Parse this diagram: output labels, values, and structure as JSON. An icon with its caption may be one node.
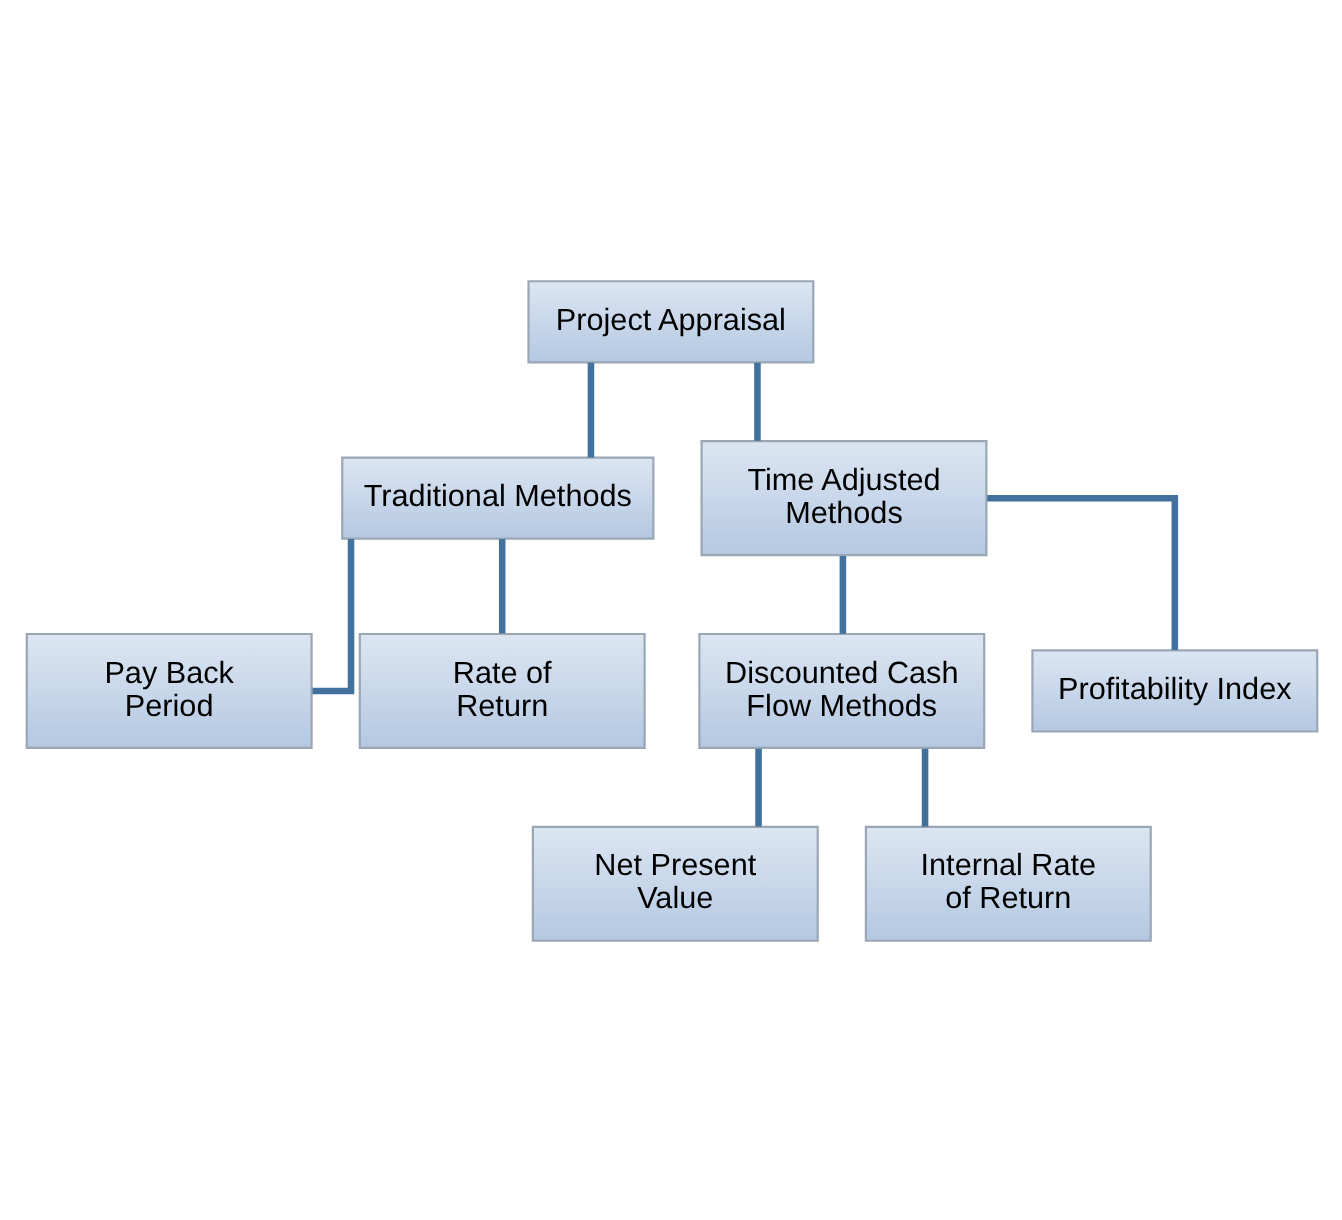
{
  "diagram": {
    "nodes": [
      {
        "text": [
          "Project Appraisal"
        ]
      },
      {
        "text": [
          "Traditional Methods"
        ]
      },
      {
        "text": [
          "Time Adjusted Methods"
        ]
      },
      {
        "text": [
          "Pay Back Period"
        ]
      },
      {
        "text": [
          "Rate of Return"
        ]
      },
      {
        "text": [
          "Discounted Cash Flow Methods"
        ]
      },
      {
        "text": [
          "Profitability Index"
        ]
      },
      {
        "text": [
          "Net Present Value"
        ]
      },
      {
        "text": [
          "Internal Rate of Return"
        ]
      }
    ],
    "edges": [
      {
        "from": 0,
        "to": 1,
        "arrow": "none"
      },
      {
        "from": 0,
        "to": 2,
        "arrow": "none"
      },
      {
        "from": 1,
        "to": 3,
        "arrow": "none"
      },
      {
        "from": 1,
        "to": 4,
        "arrow": "none"
      },
      {
        "from": 2,
        "to": 5,
        "arrow": "none"
      },
      {
        "from": 2,
        "to": 6,
        "arrow": "none"
      },
      {
        "from": 5,
        "to": 7,
        "arrow": "none"
      },
      {
        "from": 5,
        "to": 8,
        "arrow": "none"
      }
    ]
  }
}
